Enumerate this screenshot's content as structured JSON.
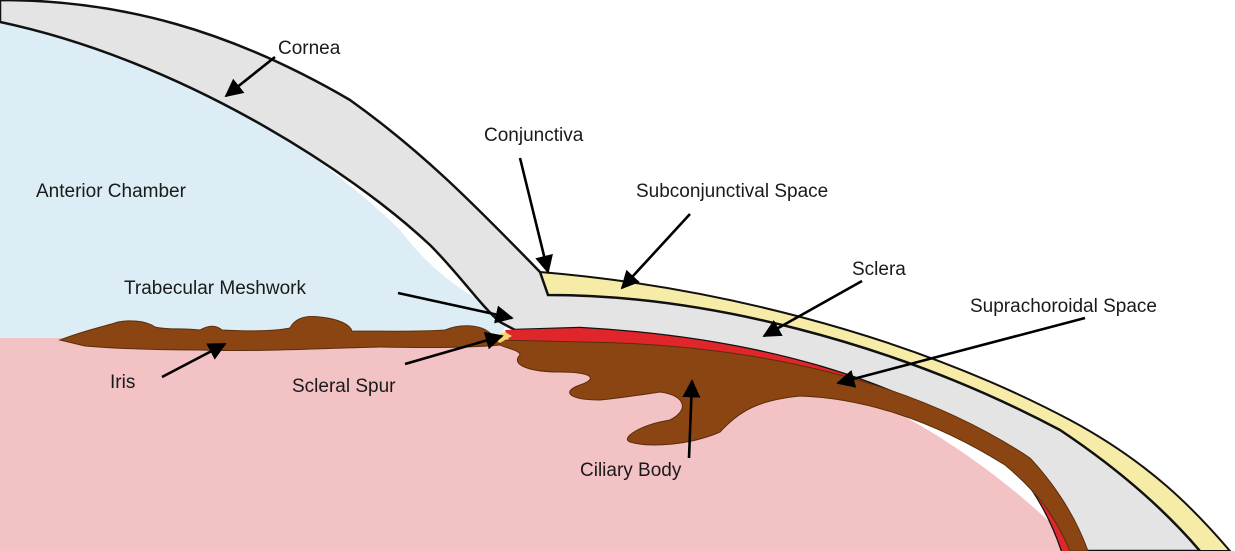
{
  "labels": {
    "cornea": "Cornea",
    "conjunctiva": "Conjunctiva",
    "anterior_chamber": "Anterior Chamber",
    "subconjunctival_space": "Subconjunctival Space",
    "sclera": "Sclera",
    "trabecular_meshwork": "Trabecular Meshwork",
    "suprachoroidal_space": "Suprachoroidal Space",
    "iris": "Iris",
    "scleral_spur": "Scleral Spur",
    "ciliary_body": "Ciliary Body"
  },
  "colors": {
    "anterior_chamber": "#dcedf6",
    "vitreous": "#f2c2c5",
    "cornea_sclera": "#e4e4e4",
    "conjunctiva": "#f7eca7",
    "suprachoroidal": "#e0262a",
    "uvea": "#8b4513",
    "outline": "#111111"
  }
}
